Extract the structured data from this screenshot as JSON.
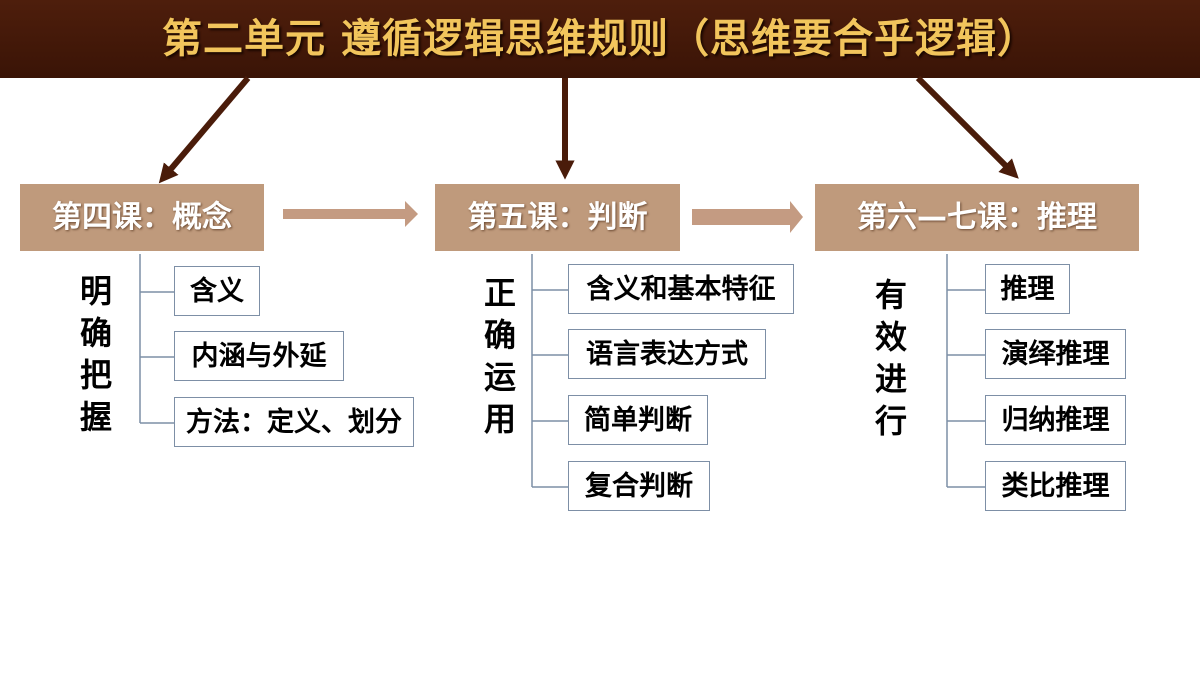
{
  "title": "第二单元  遵循逻辑思维规则（思维要合乎逻辑）",
  "lessons": [
    {
      "name": "第四课：概念",
      "goal": [
        "明",
        "确",
        "把",
        "握"
      ],
      "items": [
        "含义",
        "内涵与外延",
        "方法：定义、划分"
      ]
    },
    {
      "name": "第五课：判断",
      "goal": [
        "正",
        "确",
        "运",
        "用"
      ],
      "items": [
        "含义和基本特征",
        "语言表达方式",
        "简单判断",
        "复合判断"
      ]
    },
    {
      "name": "第六—七课：推理",
      "goal": [
        "有",
        "效",
        "进",
        "行"
      ],
      "items": [
        "推理",
        "演绎推理",
        "归纳推理",
        "类比推理"
      ]
    }
  ],
  "colors": {
    "banner": "#451a09",
    "title_text": "#f2c55c",
    "lesson_box": "#bf9a7c",
    "arrow_dark": "#4a1c0a",
    "arrow_light": "#c49b82",
    "item_border": "#7d8fa6"
  }
}
